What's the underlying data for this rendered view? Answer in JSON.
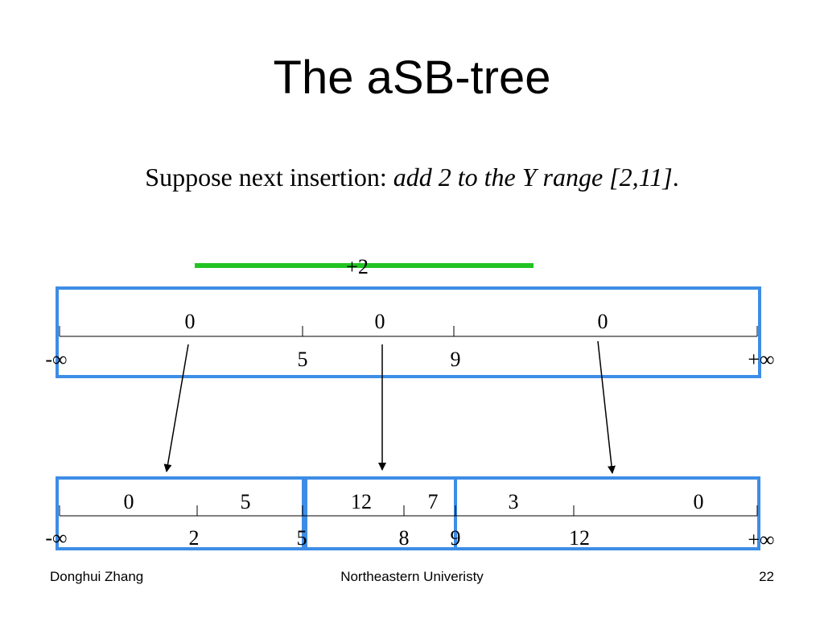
{
  "slide": {
    "title": "The aSB-tree",
    "subtitle_prefix": "Suppose next insertion: ",
    "subtitle_italic": "add 2 to the Y range [2,11]",
    "subtitle_suffix": "."
  },
  "insertion": {
    "label": "+2",
    "line_color": "#22c322"
  },
  "root": {
    "box_color": "#3d8de6",
    "values": [
      "0",
      "0",
      "0"
    ],
    "keys": [
      "-∞",
      "5",
      "9",
      "+∞"
    ]
  },
  "leaves": [
    {
      "values": [
        "0",
        "5"
      ],
      "keys": [
        "-∞",
        "2",
        "5"
      ]
    },
    {
      "values": [
        "12",
        "7"
      ],
      "keys": [
        "8",
        "9"
      ]
    },
    {
      "values": [
        "3",
        "0"
      ],
      "keys": [
        "12",
        "+∞"
      ]
    }
  ],
  "footer": {
    "left": "Donghui Zhang",
    "center": "Northeastern Univeristy",
    "right": "22"
  }
}
